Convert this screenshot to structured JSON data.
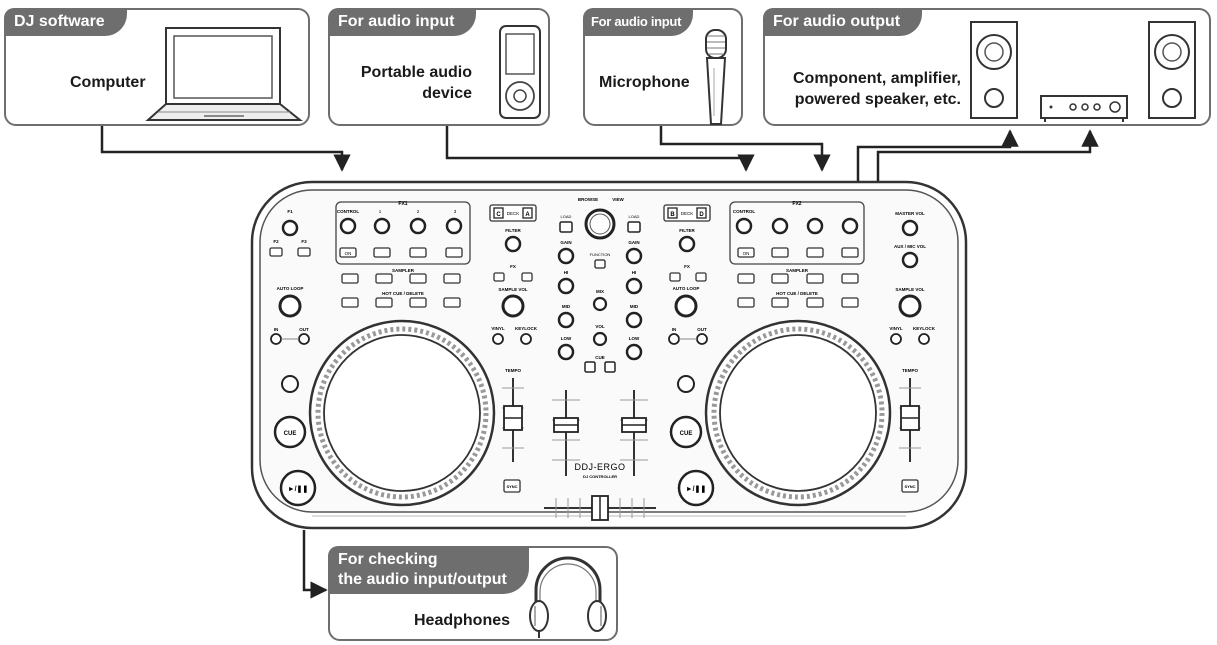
{
  "boxes": {
    "dj_software": {
      "tab": "DJ software",
      "label": "Computer"
    },
    "audio_input_portable": {
      "tab": "For audio input",
      "label_line1": "Portable audio",
      "label_line2": "device"
    },
    "audio_input_mic": {
      "tab": "For audio input",
      "label": "Microphone"
    },
    "audio_output": {
      "tab": "For audio output",
      "label_line1": "Component, amplifier,",
      "label_line2": "powered speaker, etc."
    },
    "headphones": {
      "tab_line1": "For checking",
      "tab_line2": "the audio input/output",
      "label": "Headphones"
    }
  },
  "controller": {
    "model": "DDJ-ERGO",
    "subtitle": "DJ CONTROLLER",
    "fx1": "FX1",
    "fx2": "FX2",
    "control": "CONTROL",
    "n1": "1",
    "n2": "2",
    "n3": "3",
    "on": "ON",
    "sampler": "SAMPLER",
    "hot_cue": "HOT CUE / DELETE",
    "auto_loop": "AUTO LOOP",
    "in": "IN",
    "out": "OUT",
    "f1": "F1",
    "f2": "F2",
    "f3": "F3",
    "filter": "FILTER",
    "fx": "FX",
    "deck": "DECK",
    "sample_vol": "SAMPLE VOL",
    "vinyl": "VINYL",
    "keylock": "KEYLOCK",
    "tempo": "TEMPO",
    "cue": "CUE",
    "sync": "SYNC",
    "browse": "BROWSE",
    "view": "VIEW",
    "load": "LOAD",
    "gain": "GAIN",
    "hi": "HI",
    "mid": "MID",
    "low": "LOW",
    "mix": "MIX",
    "vol": "VOL",
    "function": "FUNCTION",
    "master_vol": "MASTER VOL",
    "aux_mic_vol": "AUX / MIC VOL",
    "deck_c": "C",
    "deck_a": "A",
    "deck_b": "B",
    "deck_d": "D"
  }
}
